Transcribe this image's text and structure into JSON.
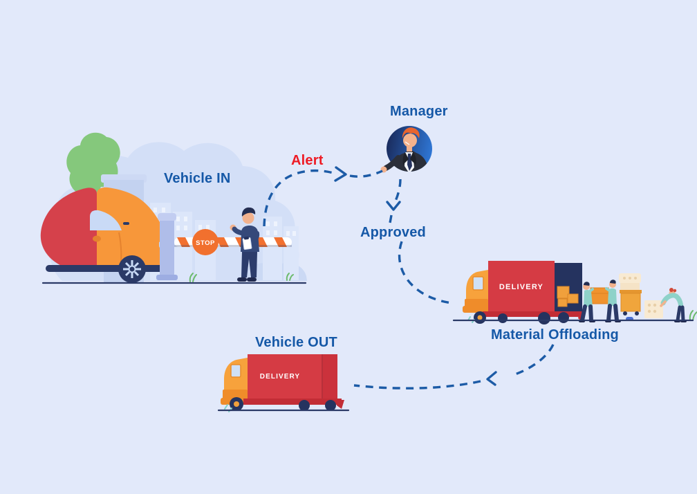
{
  "scene": {
    "description": "Vehicle entry/exit workflow illustration",
    "background_color": "#e2e9fa"
  },
  "labels": {
    "vehicle_in": "Vehicle IN",
    "alert": "Alert",
    "manager": "Manager",
    "approved": "Approved",
    "material_offloading": "Material Offloading",
    "vehicle_out": "Vehicle OUT"
  },
  "signs": {
    "stop_sign": "STOP",
    "offload_truck_delivery": "DELIVERY",
    "out_truck_delivery": "DELIVERY"
  },
  "flow_connectors": [
    {
      "from": "vehicle-in-gate",
      "to": "manager",
      "label": "Alert"
    },
    {
      "from": "manager",
      "to": "material-offloading",
      "label": "Approved"
    },
    {
      "from": "material-offloading",
      "to": "vehicle-out",
      "label": ""
    }
  ],
  "colors": {
    "label_blue": "#1558a7",
    "alert_red": "#ee1b24",
    "dash_blue": "#1c5ba6",
    "truck_red": "#d53b44",
    "cab_orange": "#f7a23c",
    "navy": "#25335f",
    "worker_teal": "#8ed2c9",
    "tree_green": "#85c87c",
    "scene_blob": "#d3dff7",
    "crate_cream": "#f8ead2"
  }
}
